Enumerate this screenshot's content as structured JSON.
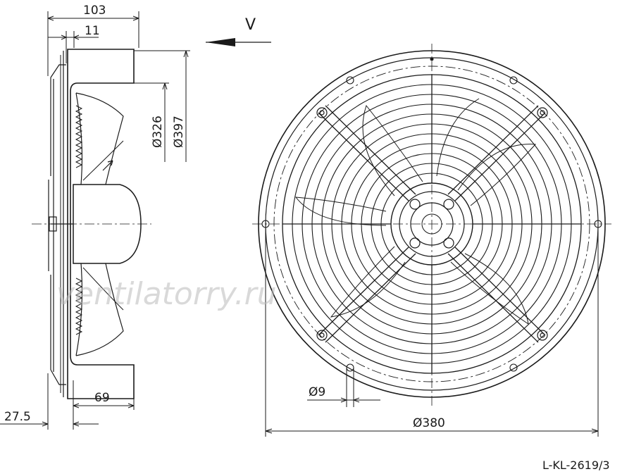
{
  "side_view": {
    "dim_overall_depth": "103",
    "dim_flange": "11",
    "dim_inner_diameter": "Ø326",
    "dim_outer_diameter": "Ø397",
    "dim_motor_depth": "69",
    "dim_offset": "27.5"
  },
  "view_arrow": {
    "label": "V"
  },
  "front_view": {
    "dim_hole": "Ø9",
    "dim_bolt_circle": "Ø380"
  },
  "watermark": "ventilatorry.ru",
  "drawing_code": "L-KL-2619/3"
}
